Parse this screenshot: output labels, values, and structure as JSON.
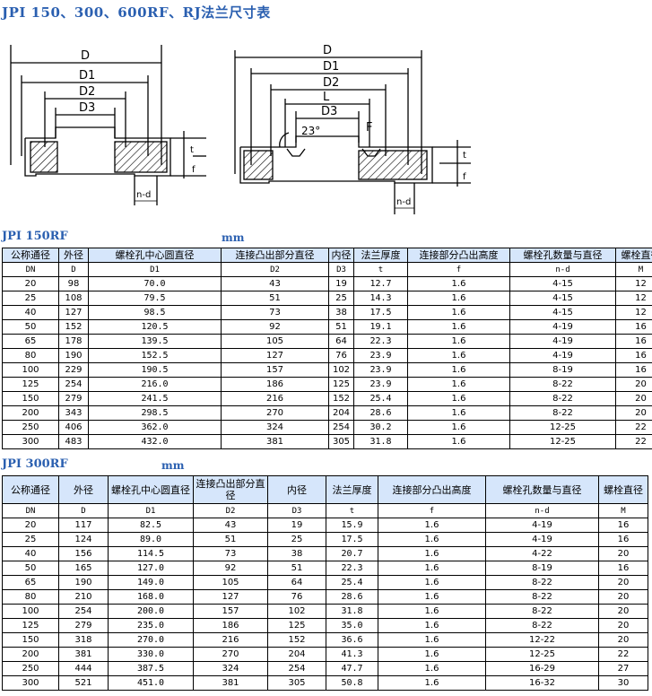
{
  "title": "JPI 150、300、600RF、RJ法兰尺寸表",
  "drawing": {
    "labels": [
      "D",
      "D1",
      "D2",
      "D3",
      "D",
      "D1",
      "D2",
      "L",
      "D3",
      "F",
      "23°",
      "n-d",
      "n-d",
      "t",
      "f",
      "t",
      "f"
    ]
  },
  "t150": {
    "section_title": "JPI 150RF",
    "unit": "mm",
    "headers": [
      "公称通径",
      "外径",
      "螺栓孔中心圆直径",
      "连接凸出部分直径",
      "内径",
      "法兰厚度",
      "连接部分凸出高度",
      "螺栓孔数量与直径",
      "螺栓直径"
    ],
    "symbols": [
      "DN",
      "D",
      "D1",
      "D2",
      "D3",
      "t",
      "f",
      "n-d",
      "M"
    ],
    "rows": [
      [
        "20",
        "98",
        "70.0",
        "43",
        "19",
        "12.7",
        "1.6",
        "4-15",
        "12"
      ],
      [
        "25",
        "108",
        "79.5",
        "51",
        "25",
        "14.3",
        "1.6",
        "4-15",
        "12"
      ],
      [
        "40",
        "127",
        "98.5",
        "73",
        "38",
        "17.5",
        "1.6",
        "4-15",
        "12"
      ],
      [
        "50",
        "152",
        "120.5",
        "92",
        "51",
        "19.1",
        "1.6",
        "4-19",
        "16"
      ],
      [
        "65",
        "178",
        "139.5",
        "105",
        "64",
        "22.3",
        "1.6",
        "4-19",
        "16"
      ],
      [
        "80",
        "190",
        "152.5",
        "127",
        "76",
        "23.9",
        "1.6",
        "4-19",
        "16"
      ],
      [
        "100",
        "229",
        "190.5",
        "157",
        "102",
        "23.9",
        "1.6",
        "8-19",
        "16"
      ],
      [
        "125",
        "254",
        "216.0",
        "186",
        "125",
        "23.9",
        "1.6",
        "8-22",
        "20"
      ],
      [
        "150",
        "279",
        "241.5",
        "216",
        "152",
        "25.4",
        "1.6",
        "8-22",
        "20"
      ],
      [
        "200",
        "343",
        "298.5",
        "270",
        "204",
        "28.6",
        "1.6",
        "8-22",
        "20"
      ],
      [
        "250",
        "406",
        "362.0",
        "324",
        "254",
        "30.2",
        "1.6",
        "12-25",
        "22"
      ],
      [
        "300",
        "483",
        "432.0",
        "381",
        "305",
        "31.8",
        "1.6",
        "12-25",
        "22"
      ]
    ]
  },
  "t300": {
    "section_title": "JPI 300RF",
    "unit": "mm",
    "headers": [
      "公称通径",
      "外径",
      "螺栓孔中心圆直径",
      "连接凸出部分直径",
      "内径",
      "法兰厚度",
      "连接部分凸出高度",
      "螺栓孔数量与直径",
      "螺栓直径"
    ],
    "symbols": [
      "DN",
      "D",
      "D1",
      "D2",
      "D3",
      "t",
      "f",
      "n-d",
      "M"
    ],
    "rows": [
      [
        "20",
        "117",
        "82.5",
        "43",
        "19",
        "15.9",
        "1.6",
        "4-19",
        "16"
      ],
      [
        "25",
        "124",
        "89.0",
        "51",
        "25",
        "17.5",
        "1.6",
        "4-19",
        "16"
      ],
      [
        "40",
        "156",
        "114.5",
        "73",
        "38",
        "20.7",
        "1.6",
        "4-22",
        "20"
      ],
      [
        "50",
        "165",
        "127.0",
        "92",
        "51",
        "22.3",
        "1.6",
        "8-19",
        "16"
      ],
      [
        "65",
        "190",
        "149.0",
        "105",
        "64",
        "25.4",
        "1.6",
        "8-22",
        "20"
      ],
      [
        "80",
        "210",
        "168.0",
        "127",
        "76",
        "28.6",
        "1.6",
        "8-22",
        "20"
      ],
      [
        "100",
        "254",
        "200.0",
        "157",
        "102",
        "31.8",
        "1.6",
        "8-22",
        "20"
      ],
      [
        "125",
        "279",
        "235.0",
        "186",
        "125",
        "35.0",
        "1.6",
        "8-22",
        "20"
      ],
      [
        "150",
        "318",
        "270.0",
        "216",
        "152",
        "36.6",
        "1.6",
        "12-22",
        "20"
      ],
      [
        "200",
        "381",
        "330.0",
        "270",
        "204",
        "41.3",
        "1.6",
        "12-25",
        "22"
      ],
      [
        "250",
        "444",
        "387.5",
        "324",
        "254",
        "47.7",
        "1.6",
        "16-29",
        "27"
      ],
      [
        "300",
        "521",
        "451.0",
        "381",
        "305",
        "50.8",
        "1.6",
        "16-32",
        "30"
      ]
    ]
  }
}
